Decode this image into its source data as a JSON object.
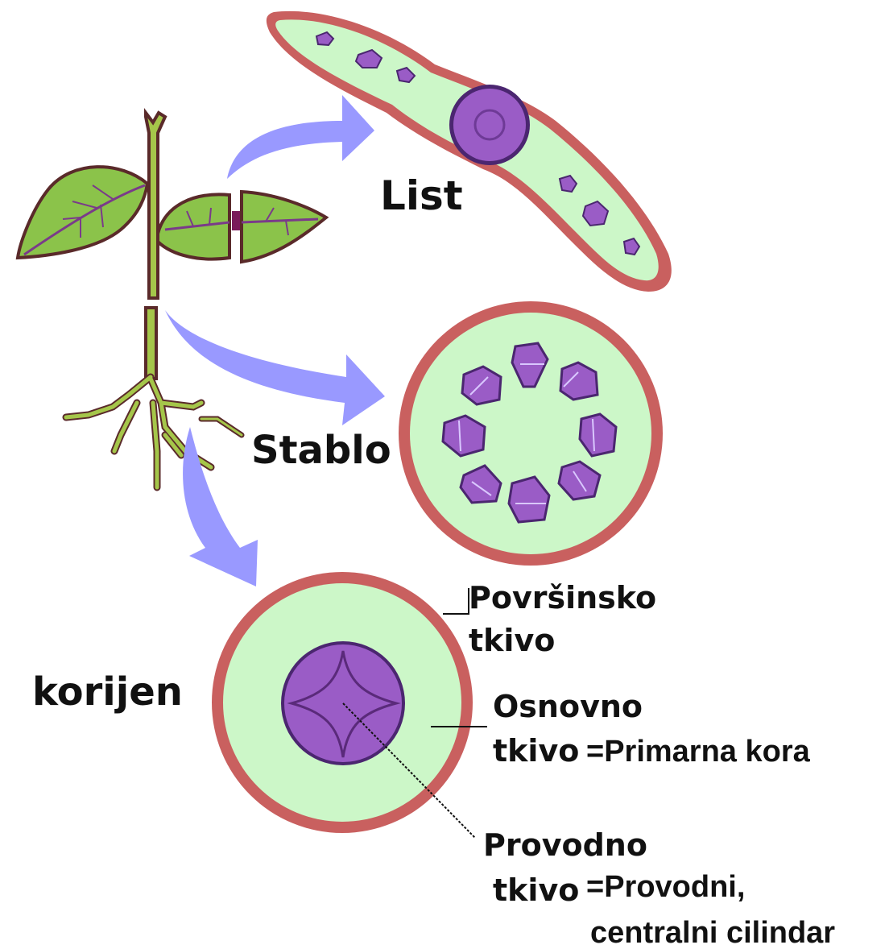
{
  "labels": {
    "list": "List",
    "stablo": "Stablo",
    "korijen": "korijen",
    "povrsinsko_1": "Površinsko",
    "povrsinsko_2": "tkivo",
    "osnovno_1": "Osnovno",
    "osnovno_2": "tkivo",
    "osnovno_eq": "=Primarna kora",
    "provodno_1": "Provodno",
    "provodno_2": "tkivo",
    "provodno_eq_1": "=Provodni,",
    "provodno_eq_2": "centralni cilindar"
  },
  "colors": {
    "epidermis": "#c9605f",
    "ground_tissue": "#ccf7c8",
    "vascular": "#9a5cc6",
    "vascular_dark": "#4b2670",
    "leaf_green": "#8bc34a",
    "stem_green": "#a5c64a",
    "arrow": "#9999ff",
    "outline": "#5a2a2a"
  }
}
